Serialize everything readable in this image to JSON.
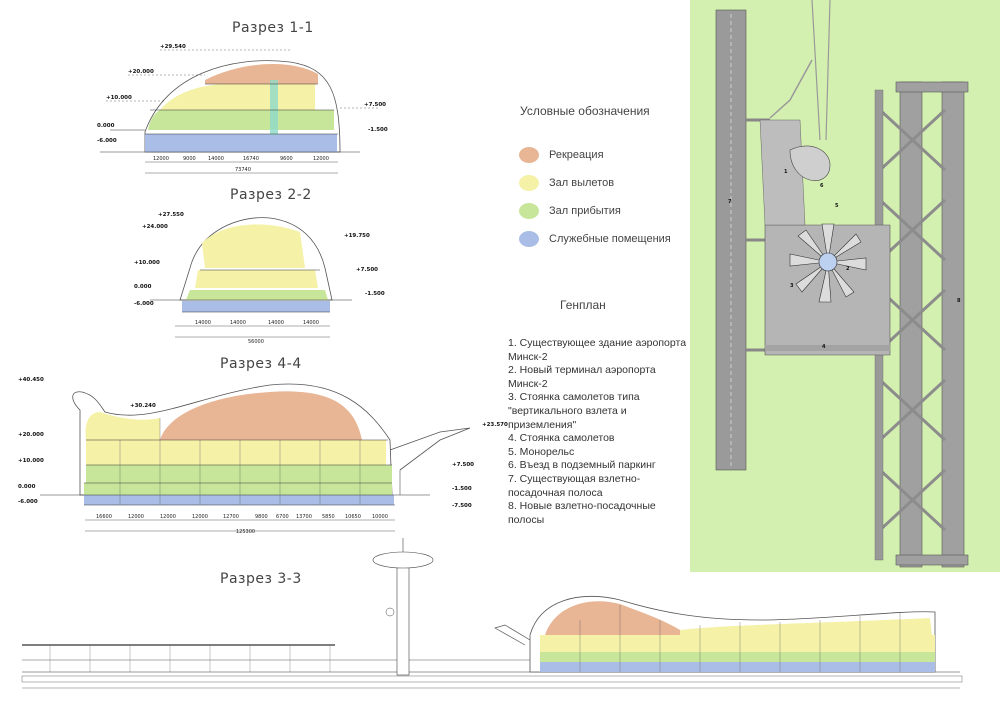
{
  "sections": {
    "s11_title": "Разрез 1-1",
    "s22_title": "Разрез 2-2",
    "s44_title": "Разрез 4-4",
    "s33_title": "Разрез 3-3"
  },
  "legend": {
    "title": "Условные обозначения",
    "items": [
      {
        "label": "Рекреация",
        "color": "#e8b595"
      },
      {
        "label": "Зал вылетов",
        "color": "#f5f2a8"
      },
      {
        "label": "Зал прибытия",
        "color": "#c8e69a"
      },
      {
        "label": "Служебные помещения",
        "color": "#a9bde6"
      }
    ]
  },
  "plan": {
    "title": "Генплан",
    "items": [
      "1. Существующее здание аэропорта Минск-2",
      "2. Новый терминал аэропорта Минск-2",
      "3. Стоянка самолетов типа \"вертикального взлета и приземления\"",
      "4. Стоянка самолетов",
      "5. Монорельс",
      "6. Въезд в подземный паркинг",
      "7. Существующая взлетно-посадочная полоса",
      "8. Новые взлетно-посадочные полосы"
    ],
    "map_labels": [
      "1",
      "2",
      "3",
      "4",
      "5",
      "6",
      "7",
      "8"
    ],
    "background_color": "#d4f0b0"
  },
  "levels_11": [
    "+29.540",
    "+20.000",
    "+10.000",
    "0.000",
    "-6.000",
    "+7.500",
    "-1.500"
  ],
  "dims_11": [
    "12000",
    "9000",
    "14000",
    "16740",
    "9600",
    "12000"
  ],
  "total_11": "73740",
  "levels_22": [
    "+27.550",
    "+24.000",
    "+10.000",
    "0.000",
    "-6.000",
    "+19.750",
    "+7.500",
    "-1.500"
  ],
  "dims_22": [
    "14000",
    "14000",
    "14000",
    "14000"
  ],
  "total_22": "56000",
  "levels_44": [
    "+40.450",
    "+30.240",
    "+20.000",
    "+10.000",
    "0.000",
    "-6.000",
    "+23.570",
    "+7.500",
    "-1.500",
    "-7.500"
  ],
  "dims_44": [
    "16600",
    "12000",
    "12000",
    "12000",
    "12700",
    "9800",
    "6700",
    "13700",
    "5850",
    "10650",
    "10000"
  ],
  "total_44": "125300"
}
